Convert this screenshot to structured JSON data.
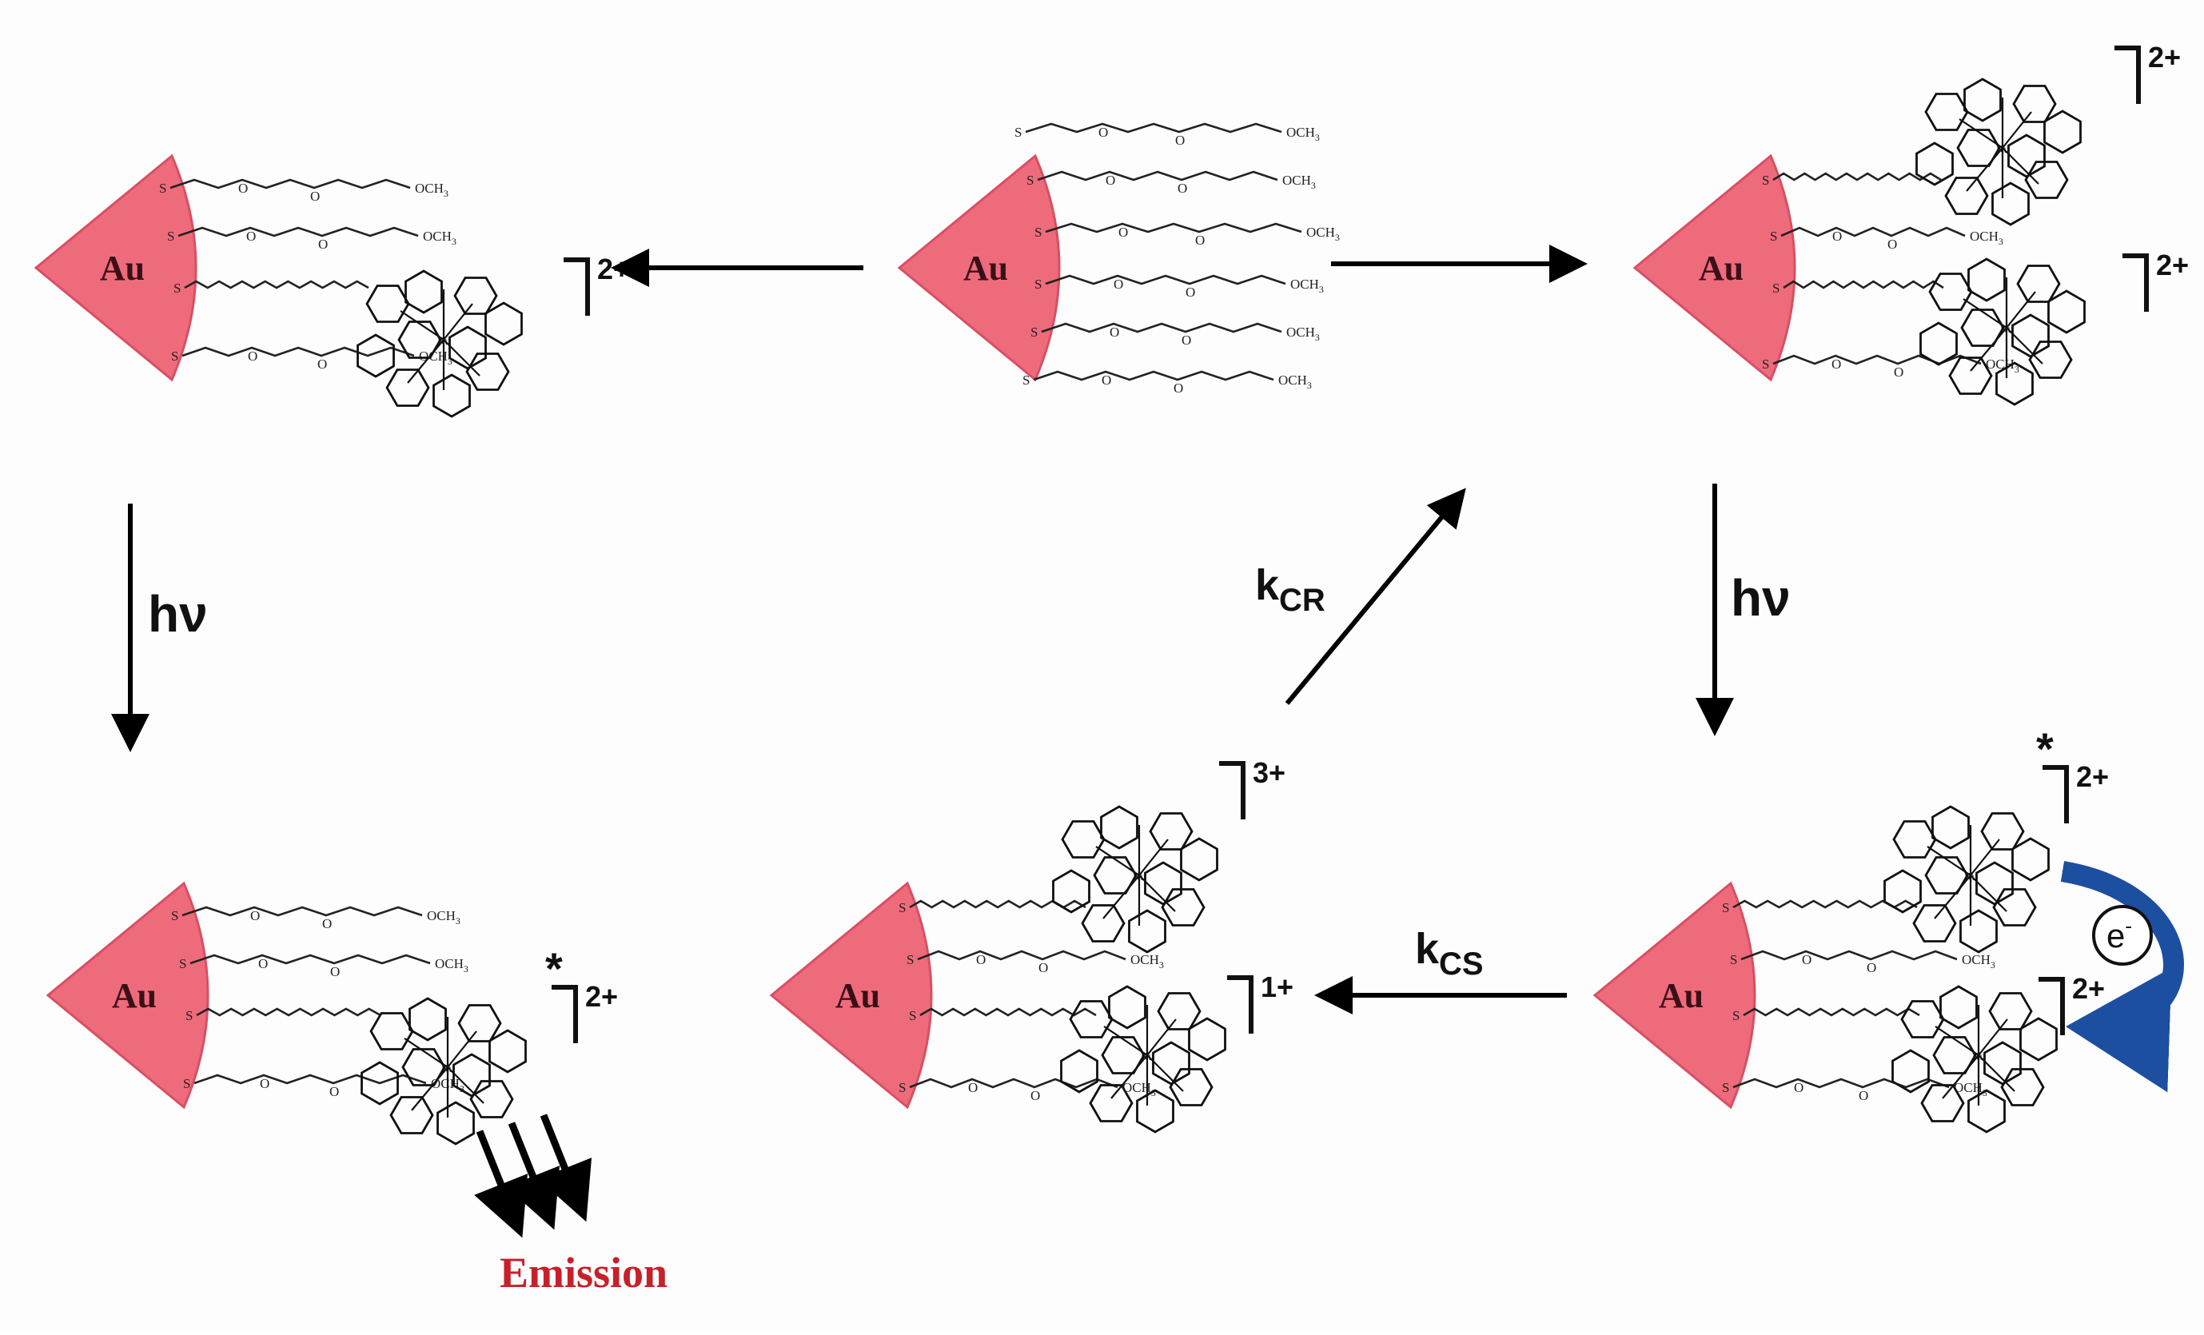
{
  "colors": {
    "gold_sector": "#ee6b7c",
    "gold_sector_edge": "#d94f62",
    "emission": "#c8202a",
    "electron_arrow": "#1d4fa0"
  },
  "labels": {
    "au": "Au",
    "h": "h",
    "nu": "ν",
    "k": "k",
    "cr": "CR",
    "cs": "CS",
    "emission": "Emission",
    "electron": "e",
    "electron_sup": "-",
    "star": "*",
    "och3": "OCH",
    "och3_sub": "3",
    "charge_2": "2+",
    "charge_3": "3+",
    "charge_1": "1+"
  }
}
